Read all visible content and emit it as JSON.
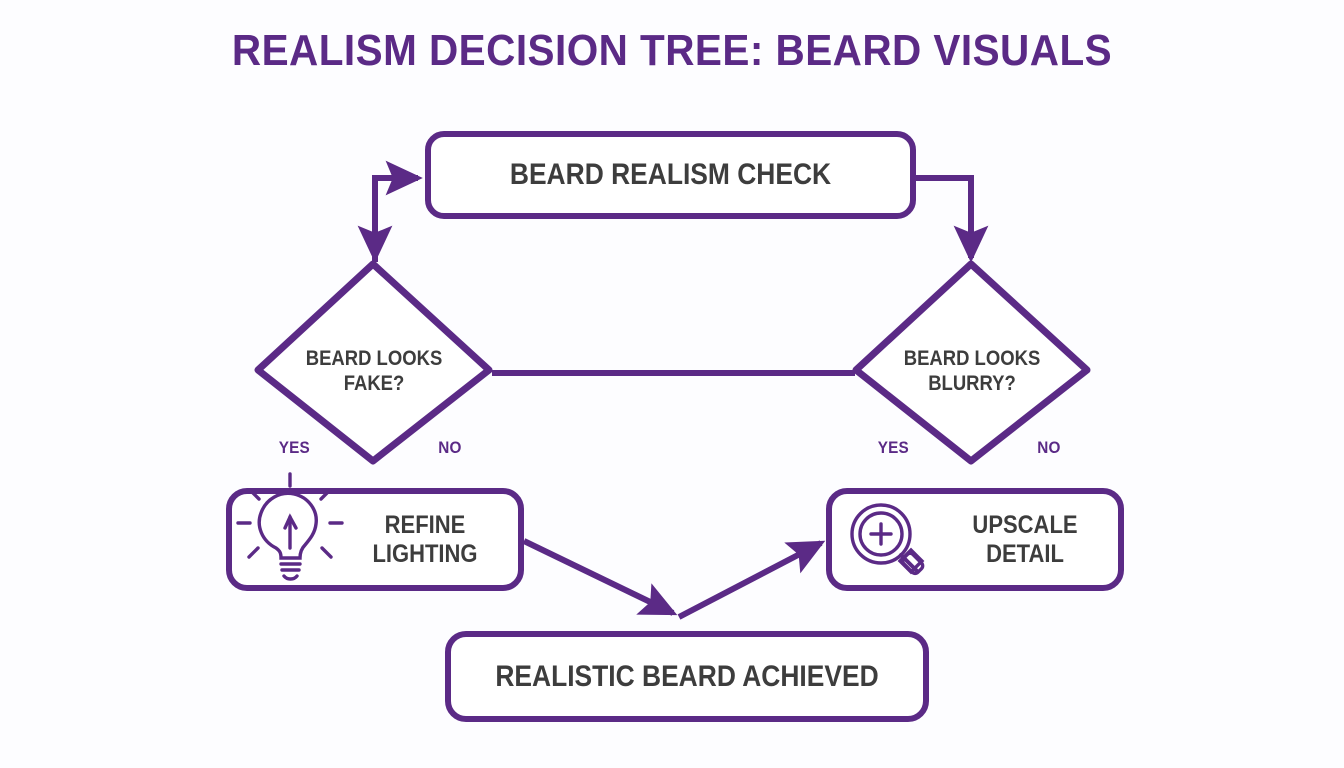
{
  "title": "REALISM DECISION TREE: BEARD VISUALS",
  "theme": {
    "background": "#fdfdff",
    "accent_purple": "#5b2a86",
    "node_fill": "#ffffff",
    "text_dark": "#3d3d3d"
  },
  "nodes": {
    "root": {
      "id": "beard-realism-check",
      "shape": "rounded-rect",
      "label": "BEARD REALISM CHECK"
    },
    "decision_left": {
      "id": "beard-looks-fake",
      "shape": "diamond",
      "label": "BEARD LOOKS\nFAKE?",
      "yes_label": "YES",
      "no_label": "NO"
    },
    "decision_right": {
      "id": "beard-looks-blurry",
      "shape": "diamond",
      "label": "BEARD LOOKS\nBLURRY?",
      "yes_label": "YES",
      "no_label": "NO"
    },
    "action_left": {
      "id": "refine-lighting",
      "shape": "rounded-rect",
      "label": "REFINE\nLIGHTING",
      "icon": "lightbulb-icon"
    },
    "action_right": {
      "id": "upscale-detail",
      "shape": "rounded-rect",
      "label": "UPSCALE\nDETAIL",
      "icon": "magnifier-plus-icon"
    },
    "outcome": {
      "id": "realistic-beard-achieved",
      "shape": "rounded-rect",
      "label": "REALISTIC BEARD ACHIEVED"
    }
  },
  "connectors": [
    {
      "id": "root-to-fake",
      "from": "beard-realism-check",
      "to": "beard-looks-fake",
      "arrow": true
    },
    {
      "id": "root-to-blurry",
      "from": "beard-realism-check",
      "to": "beard-looks-blurry",
      "arrow": true
    },
    {
      "id": "fake-to-blurry",
      "from": "beard-looks-fake",
      "to": "beard-looks-blurry",
      "arrow": false
    },
    {
      "id": "refine-to-outcome",
      "from": "refine-lighting",
      "to": "realistic-beard-achieved",
      "arrow": true
    },
    {
      "id": "outcome-to-upscale",
      "from": "realistic-beard-achieved",
      "to": "upscale-detail",
      "arrow": true
    }
  ]
}
